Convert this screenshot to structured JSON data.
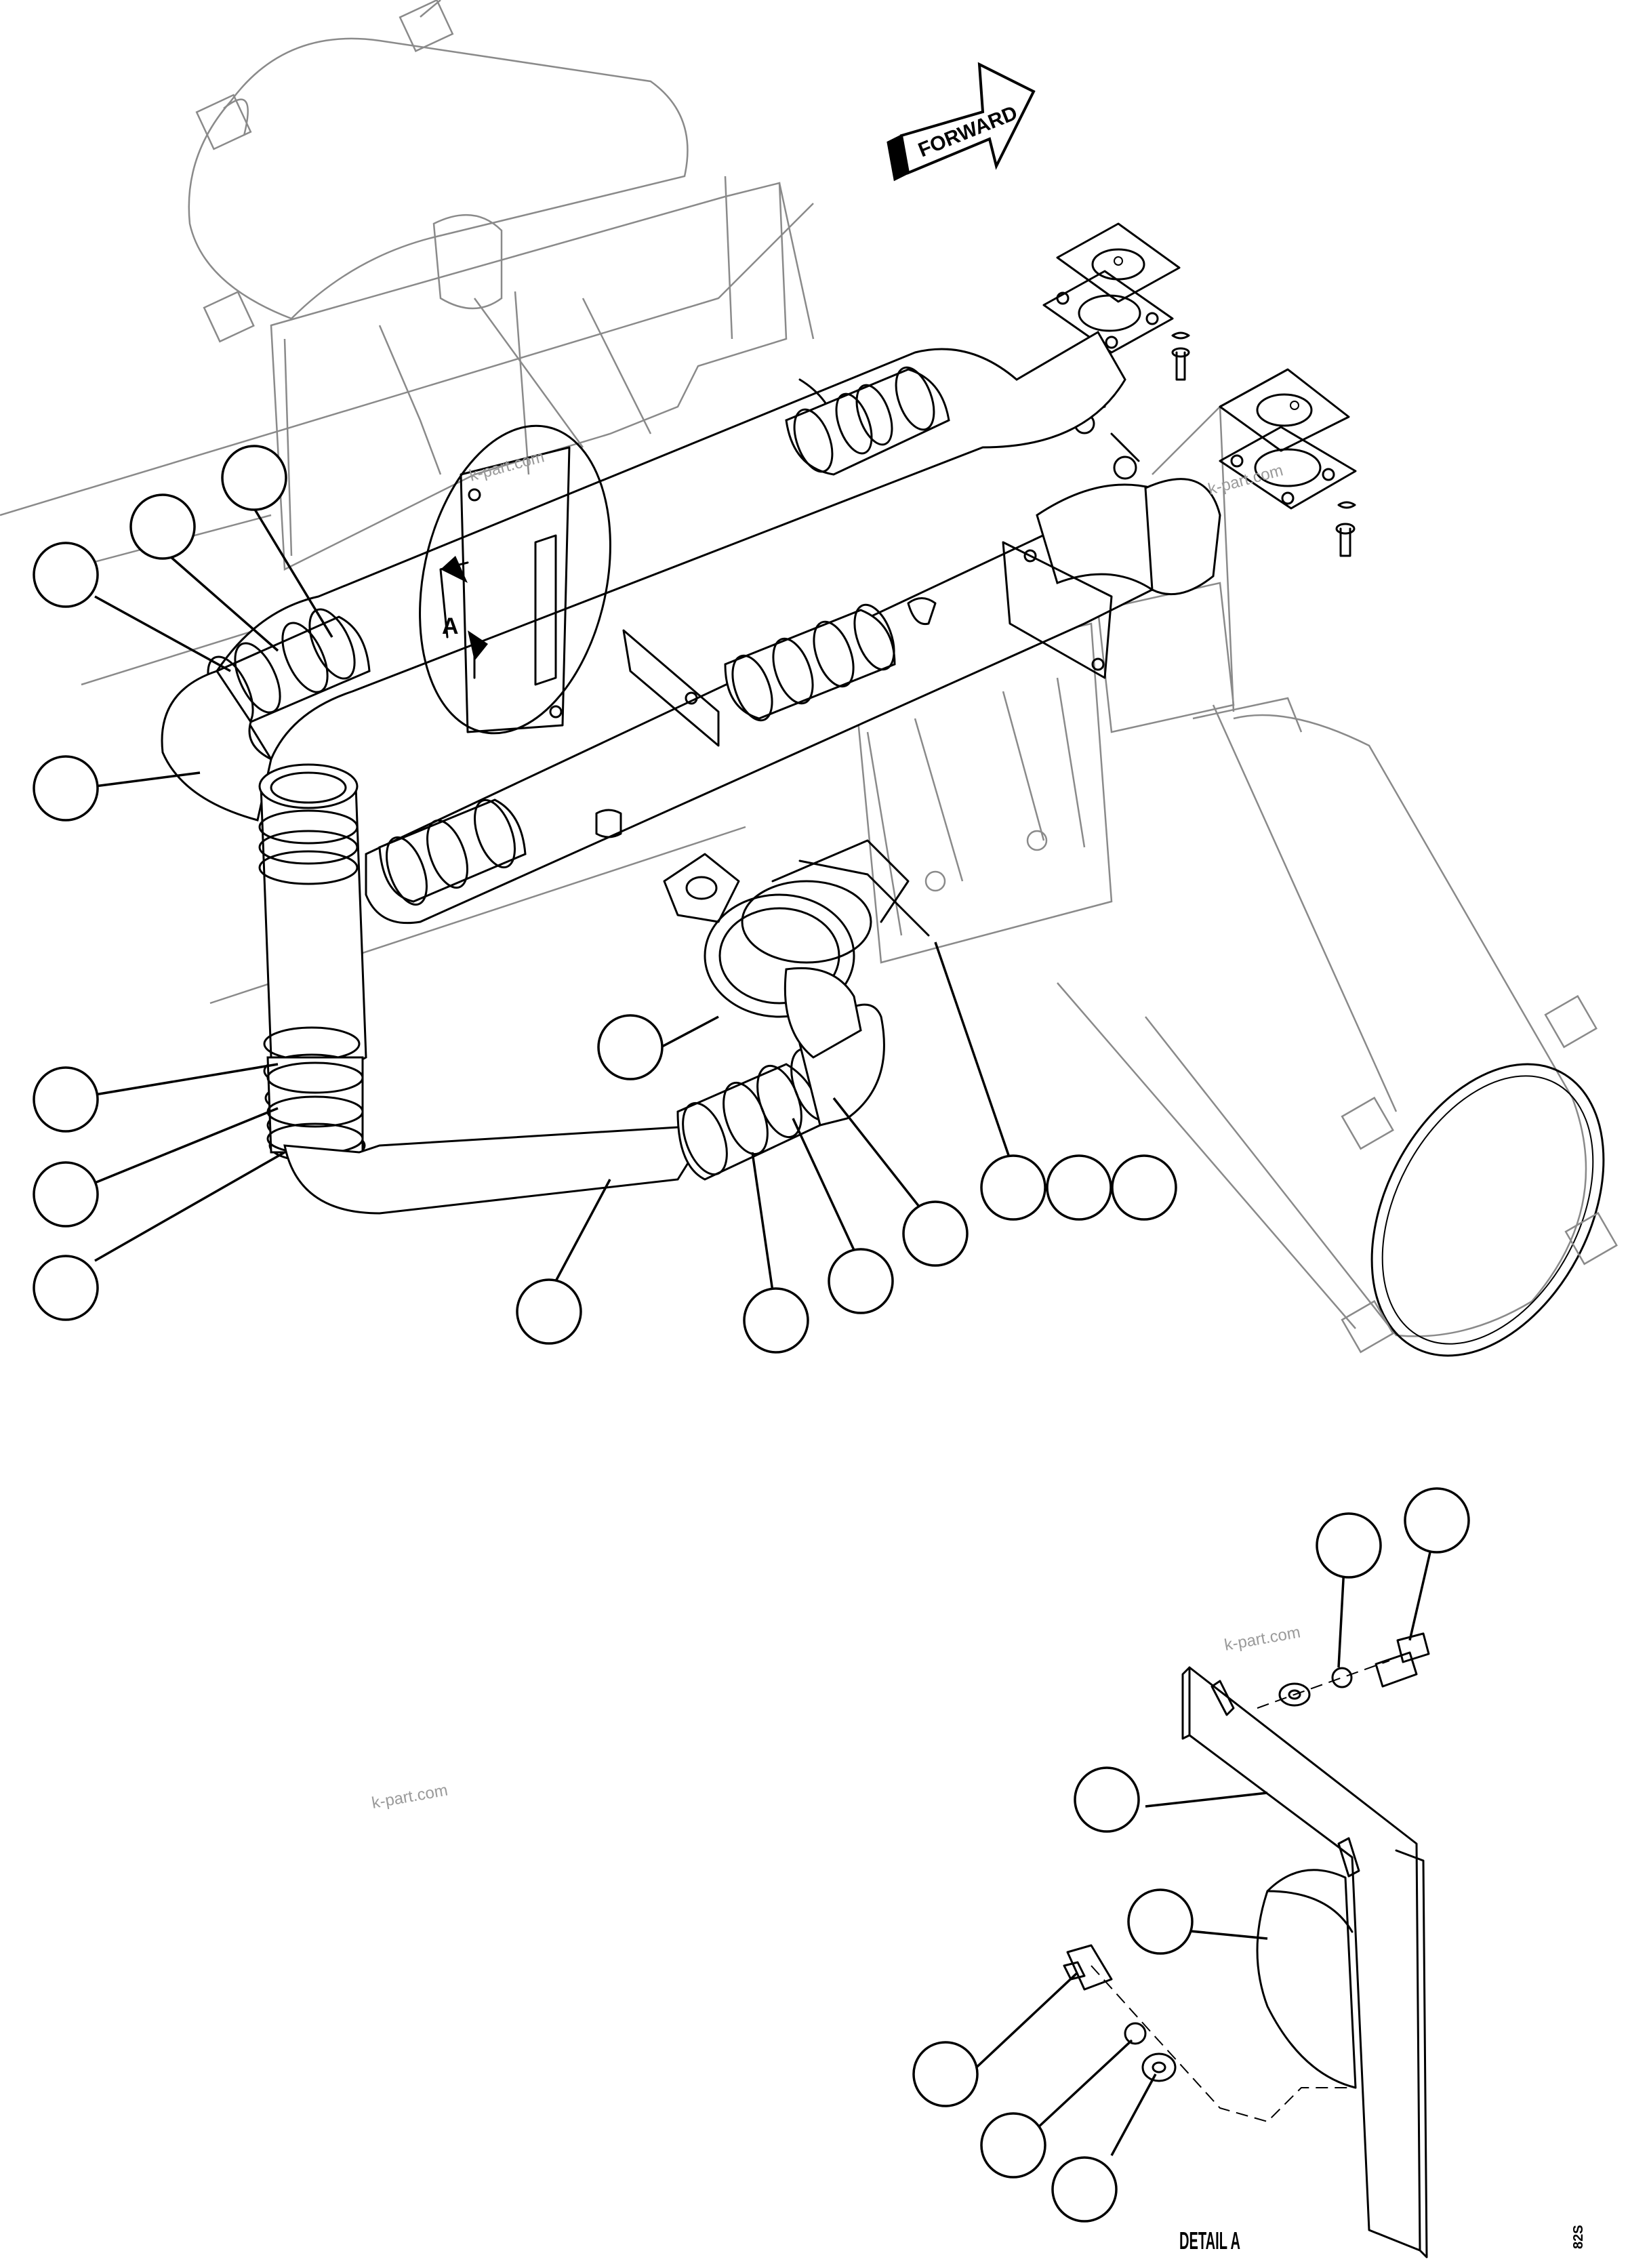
{
  "diagram": {
    "direction_arrow_label": "FORWARD",
    "section_marker_label": "A",
    "detail_label": "DETAIL A",
    "drawing_code": "82S",
    "watermarks": [
      "k-part.com",
      "k-part.com",
      "k-part.com",
      "k-part.com"
    ],
    "callouts_main": [
      "",
      "",
      "",
      "",
      "",
      "",
      "",
      "",
      "",
      "",
      "",
      "",
      "",
      "",
      "",
      ""
    ],
    "callouts_detail": [
      "",
      "",
      "",
      "",
      "",
      "",
      ""
    ]
  }
}
